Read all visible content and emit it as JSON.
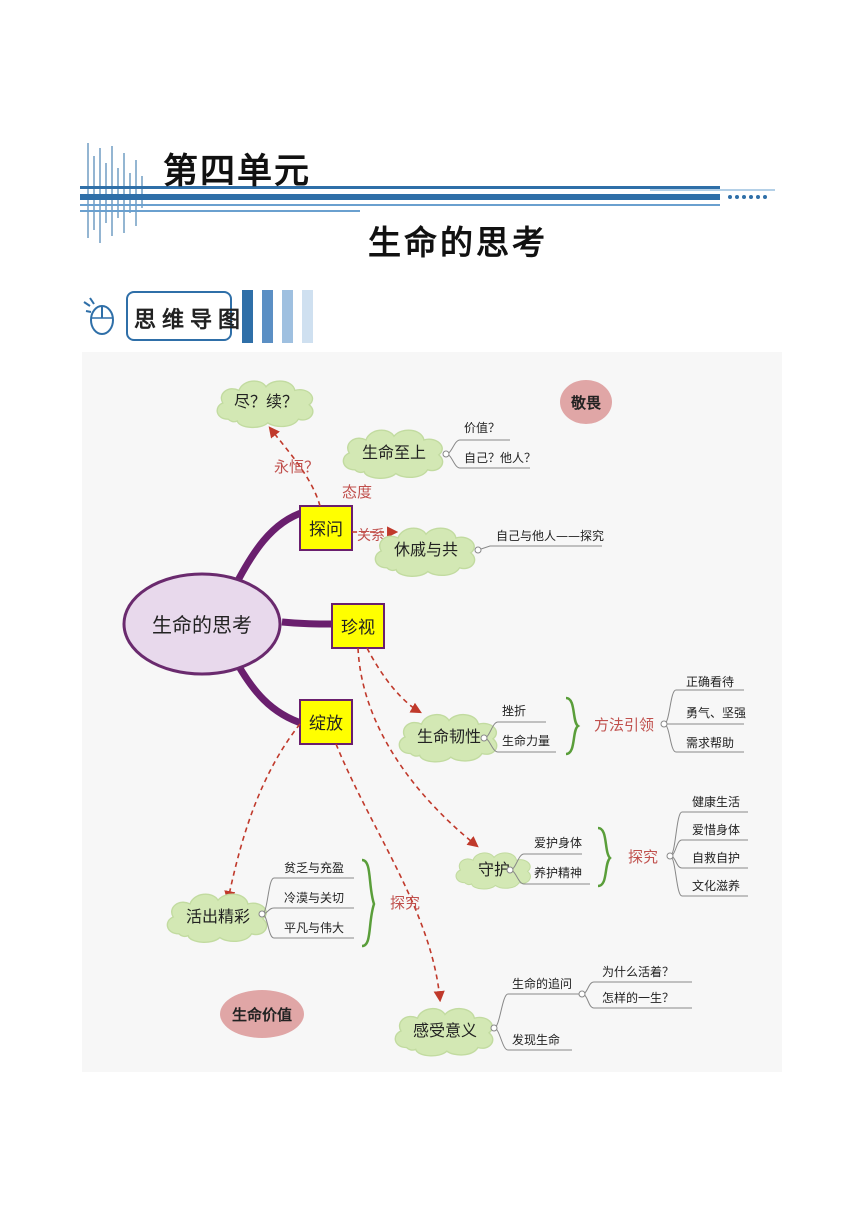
{
  "header": {
    "unit_title": "第四单元",
    "lesson_title": "生命的思考",
    "mindmap_label": "思维导图"
  },
  "colors": {
    "accent_blue": "#2f6fa8",
    "center_fill": "#e8d9ec",
    "center_stroke": "#6a2a6e",
    "branch_purple": "#6a1f6e",
    "yellow_box": "#ffff00",
    "cloud_green": "#d3e8b4",
    "arrow_red": "#c0392b",
    "label_red": "#c0504d",
    "pink_ellipse": "#e0a6a6"
  },
  "mindmap": {
    "center": "生命的思考",
    "branches": [
      {
        "label": "探问"
      },
      {
        "label": "珍视"
      },
      {
        "label": "绽放"
      }
    ],
    "clouds": {
      "jin_xu": "尽？续？",
      "life_supreme": "生命至上",
      "xiuqi": "休戚与共",
      "resilience": "生命韧性",
      "guard": "守护",
      "brilliant": "活出精彩",
      "meaning": "感受意义"
    },
    "link_labels": {
      "eternal": "永恒？",
      "attitude": "态度",
      "relation": "关系",
      "method_guide": "方法引领",
      "explore_guard": "探究",
      "explore_brilliant": "探究"
    },
    "leaves": {
      "life_supreme": [
        "价值？",
        "自己？他人？"
      ],
      "xiuqi": [
        "自己与他人——探究"
      ],
      "resilience": [
        "挫折",
        "生命力量"
      ],
      "method_items": [
        "正确看待",
        "勇气、坚强",
        "需求帮助"
      ],
      "guard": [
        "爱护身体",
        "养护精神"
      ],
      "guard_items": [
        "健康生活",
        "爱惜身体",
        "自救自护",
        "文化滋养"
      ],
      "brilliant": [
        "贫乏与充盈",
        "冷漠与关切",
        "平凡与伟大"
      ],
      "meaning": [
        "生命的追问",
        "发现生命"
      ],
      "meaning_sub": [
        "为什么活着？",
        "怎样的一生？"
      ]
    },
    "ellipses": {
      "awe": "敬畏",
      "life_value": "生命价值"
    }
  }
}
